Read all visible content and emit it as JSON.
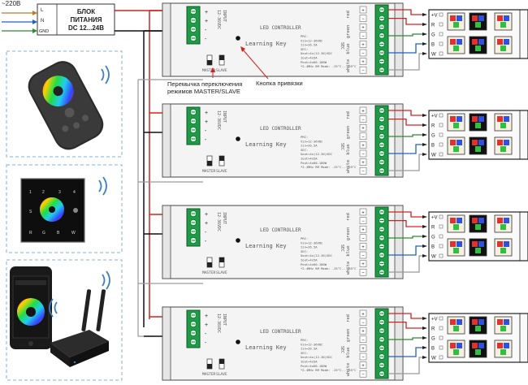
{
  "mains_label": "~220В",
  "psu": {
    "terminals": [
      "L",
      "N",
      "GND"
    ],
    "title_line1": "БЛОК",
    "title_line2": "ПИТАНИЯ",
    "title_line3": "DC 12...24В"
  },
  "controller": {
    "name": "LED CONTROLLER",
    "learning_key": "Learning Key",
    "input_label": "INPUT",
    "input_voltage": "12-36VDC",
    "input_terminals": [
      "+",
      "+",
      "-",
      "-"
    ],
    "output_label": "SEC",
    "output_channels": [
      "red",
      "green",
      "blue",
      "white"
    ],
    "specs": [
      "PRI:",
      "Vin=12-36VDC",
      "Iin=26.5A",
      "SEC:",
      "Uout=4x(12-36)VDC",
      "Iout=4x5A",
      "Pout=4x60-180W",
      "*2.4MHz RM Mode: -25°C...+55°C"
    ],
    "switch_labels": [
      "MASTER",
      "SLAVE"
    ]
  },
  "strip_terminals": [
    "+V",
    "R",
    "G",
    "B",
    "W"
  ],
  "callouts": {
    "jumper_line1": "Перемычка переключения",
    "jumper_line2": "режимов MASTER/SLAVE",
    "binding_button": "Кнопка привязки"
  },
  "wall_panel_labels": [
    "1",
    "2",
    "3",
    "4",
    "S",
    "R",
    "G",
    "B",
    "W"
  ],
  "colors": {
    "wire_red": "#d62020",
    "wire_black": "#111111",
    "wire_white": "#9a9a9a",
    "wire_green": "#2e8b2e",
    "terminal_green": "#1f9a46",
    "dashed_frame": "#7fb0d8",
    "wifi_blue": "#3b7fc4"
  },
  "icons": [
    "remote-control-icon",
    "wall-panel-icon",
    "smartphone-icon",
    "wifi-router-icon",
    "wireless-signal-icon"
  ]
}
